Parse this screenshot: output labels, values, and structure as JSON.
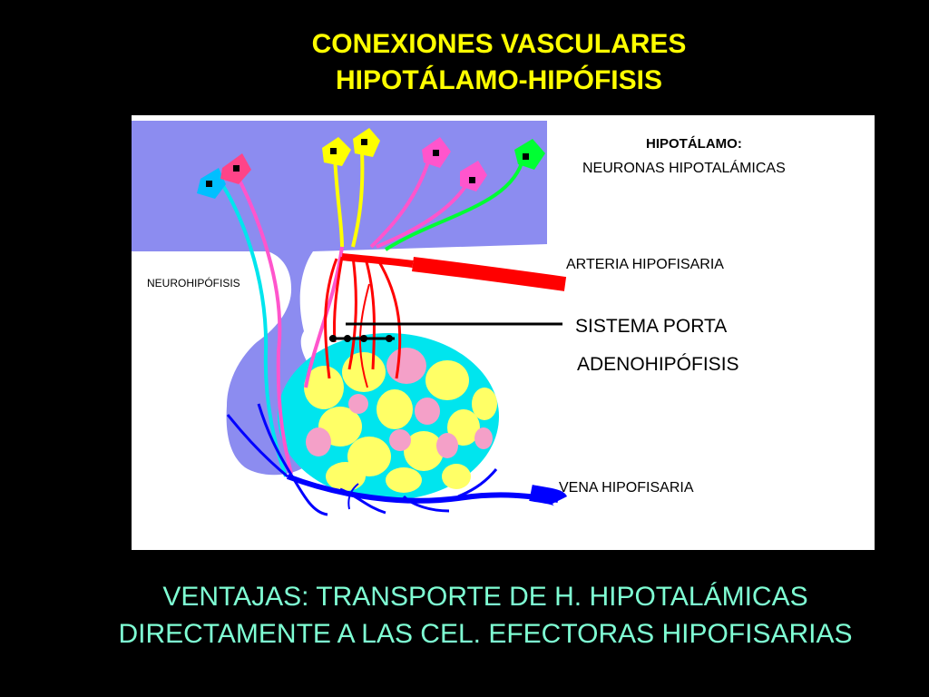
{
  "title": {
    "line1": "CONEXIONES VASCULARES",
    "line2": "HIPOTÁLAMO-HIPÓFISIS"
  },
  "labels": {
    "hypothalamus_title": "HIPOTÁLAMO:",
    "hypothalamus_sub": "NEURONAS HIPOTALÁMICAS",
    "artery": "ARTERIA HIPOFISARIA",
    "neurohypophysis": "NEUROHIPÓFISIS",
    "portal_system": "SISTEMA PORTA",
    "adenohypophysis": "ADENOHIPÓFISIS",
    "vein": "VENA HIPOFISARIA"
  },
  "footer": {
    "line1": "VENTAJAS: TRANSPORTE DE H. HIPOTALÁMICAS",
    "line2": "DIRECTAMENTE A LAS CEL. EFECTORAS HIPOFISARIAS"
  },
  "colors": {
    "background": "#000000",
    "title": "#ffff00",
    "footer": "#7fffd4",
    "hypothalamus": "#8c8cf0",
    "artery": "#ff0000",
    "vein": "#0000ff",
    "cell_yellow": "#ffff66",
    "cell_cyan": "#00e5ee",
    "cell_pink": "#f4a0c8"
  },
  "icons": [
    "neuron-icon-cyan",
    "neuron-icon-magenta",
    "neuron-icon-yellow",
    "neuron-icon-green"
  ]
}
